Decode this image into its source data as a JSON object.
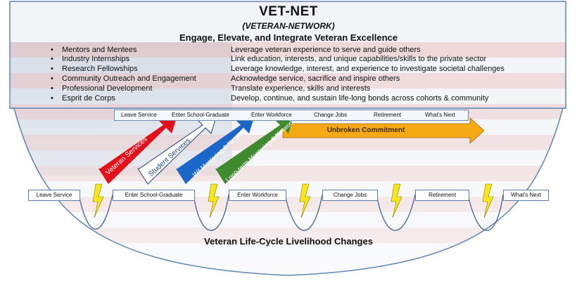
{
  "title": "VET-NET",
  "subtitle": "(VETERAN-NETWORK)",
  "tagline": "Engage, Elevate, and Integrate Veteran Excellence",
  "programs": [
    {
      "label": "Mentors and Mentees",
      "description": "Leverage veteran experience to serve and guide others"
    },
    {
      "label": "Industry Internships",
      "description": "Link education, interests, and unique capabilities/skills to the private sector"
    },
    {
      "label": "Research Fellowships",
      "description": "Leverage knowledge, interest, and experience to investigate societal challenges"
    },
    {
      "label": "Community Outreach and Engagement",
      "description": "Acknowledge service, sacrifice and inspire others"
    },
    {
      "label": "Professional Development",
      "description": "Translate experience, skills and interests"
    },
    {
      "label": "Esprit de Corps",
      "description": "Develop, continue, and sustain life-long bonds across cohorts & community"
    }
  ],
  "timeline_top": [
    "Leave Service",
    "Enter School-Graduate",
    "Enter Workforce",
    "Change Jobs",
    "Retirement",
    "What's Next"
  ],
  "arrows": [
    {
      "label": "Veteran Services",
      "color": "#e3101c"
    },
    {
      "label": "Student Services",
      "color": "#ffffff",
      "text_color": "#1f3f73",
      "border": "#1f3f73"
    },
    {
      "label": "Wil Mentoring & Network",
      "color": "#1b66c9"
    },
    {
      "label": "Long-term Mentoring & Network",
      "color": "#3f8a2e"
    }
  ],
  "commitment": {
    "label": "Unbroken Commitment",
    "color": "#f4a915"
  },
  "lifecycle_stages": [
    "Leave Service",
    "Enter School-Graduate",
    "Enter Workforce",
    "Change Jobs",
    "Retirement",
    "What's Next"
  ],
  "bottom_title": "Veteran Life-Cycle Livelihood Changes",
  "colors": {
    "border": "#5e86b6",
    "star": "#f6ea1a",
    "bolt": "#f6e61a"
  }
}
